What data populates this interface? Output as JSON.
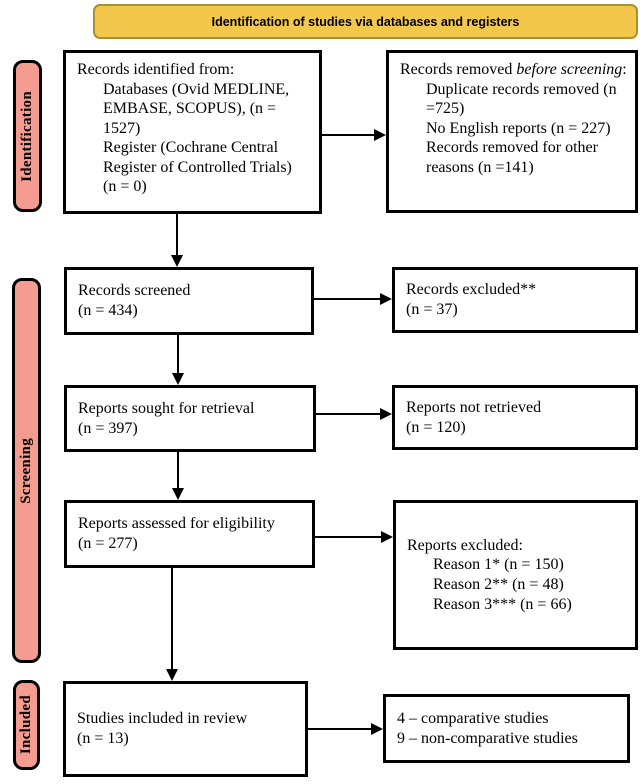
{
  "title_banner": "Identification of studies via databases and registers",
  "stages": {
    "identification": "Identification",
    "screening": "Screening",
    "included": "Included"
  },
  "colors": {
    "banner_fill": "#F2C74B",
    "banner_border": "#A8922C",
    "stage_fill": "#F59C90",
    "box_border": "#000000",
    "background": "#FFFFFF"
  },
  "boxes": {
    "records_identified": {
      "intro": "Records identified from:",
      "items": [
        "Databases (Ovid MEDLINE, EMBASE, SCOPUS), (n = 1527)",
        "Register (Cochrane Central Register of Controlled Trials) (n = 0)"
      ]
    },
    "records_removed": {
      "intro_prefix": "Records removed ",
      "intro_italic": "before screening",
      "intro_suffix": ":",
      "items": [
        "Duplicate records removed (n =725)",
        "No English reports (n = 227)",
        "Records removed for other reasons (n =141)"
      ]
    },
    "records_screened": {
      "line1": "Records screened",
      "line2": "(n = 434)"
    },
    "records_excluded": {
      "line1": "Records excluded**",
      "line2": "(n = 37)"
    },
    "reports_sought": {
      "line1": "Reports sought for retrieval",
      "line2": "(n = 397)"
    },
    "reports_not_retrieved": {
      "line1": "Reports not retrieved",
      "line2": "(n = 120)"
    },
    "reports_assessed": {
      "line1": "Reports assessed for eligibility",
      "line2": "(n = 277)"
    },
    "reports_excluded": {
      "intro": "Reports excluded:",
      "items": [
        "Reason 1* (n = 150)",
        "Reason 2** (n = 48)",
        "Reason 3*** (n = 66)"
      ]
    },
    "studies_included": {
      "line1": "Studies included in review",
      "line2": "(n = 13)"
    },
    "included_breakdown": {
      "line1": "4 – comparative studies",
      "line2": "9 – non-comparative studies"
    }
  }
}
